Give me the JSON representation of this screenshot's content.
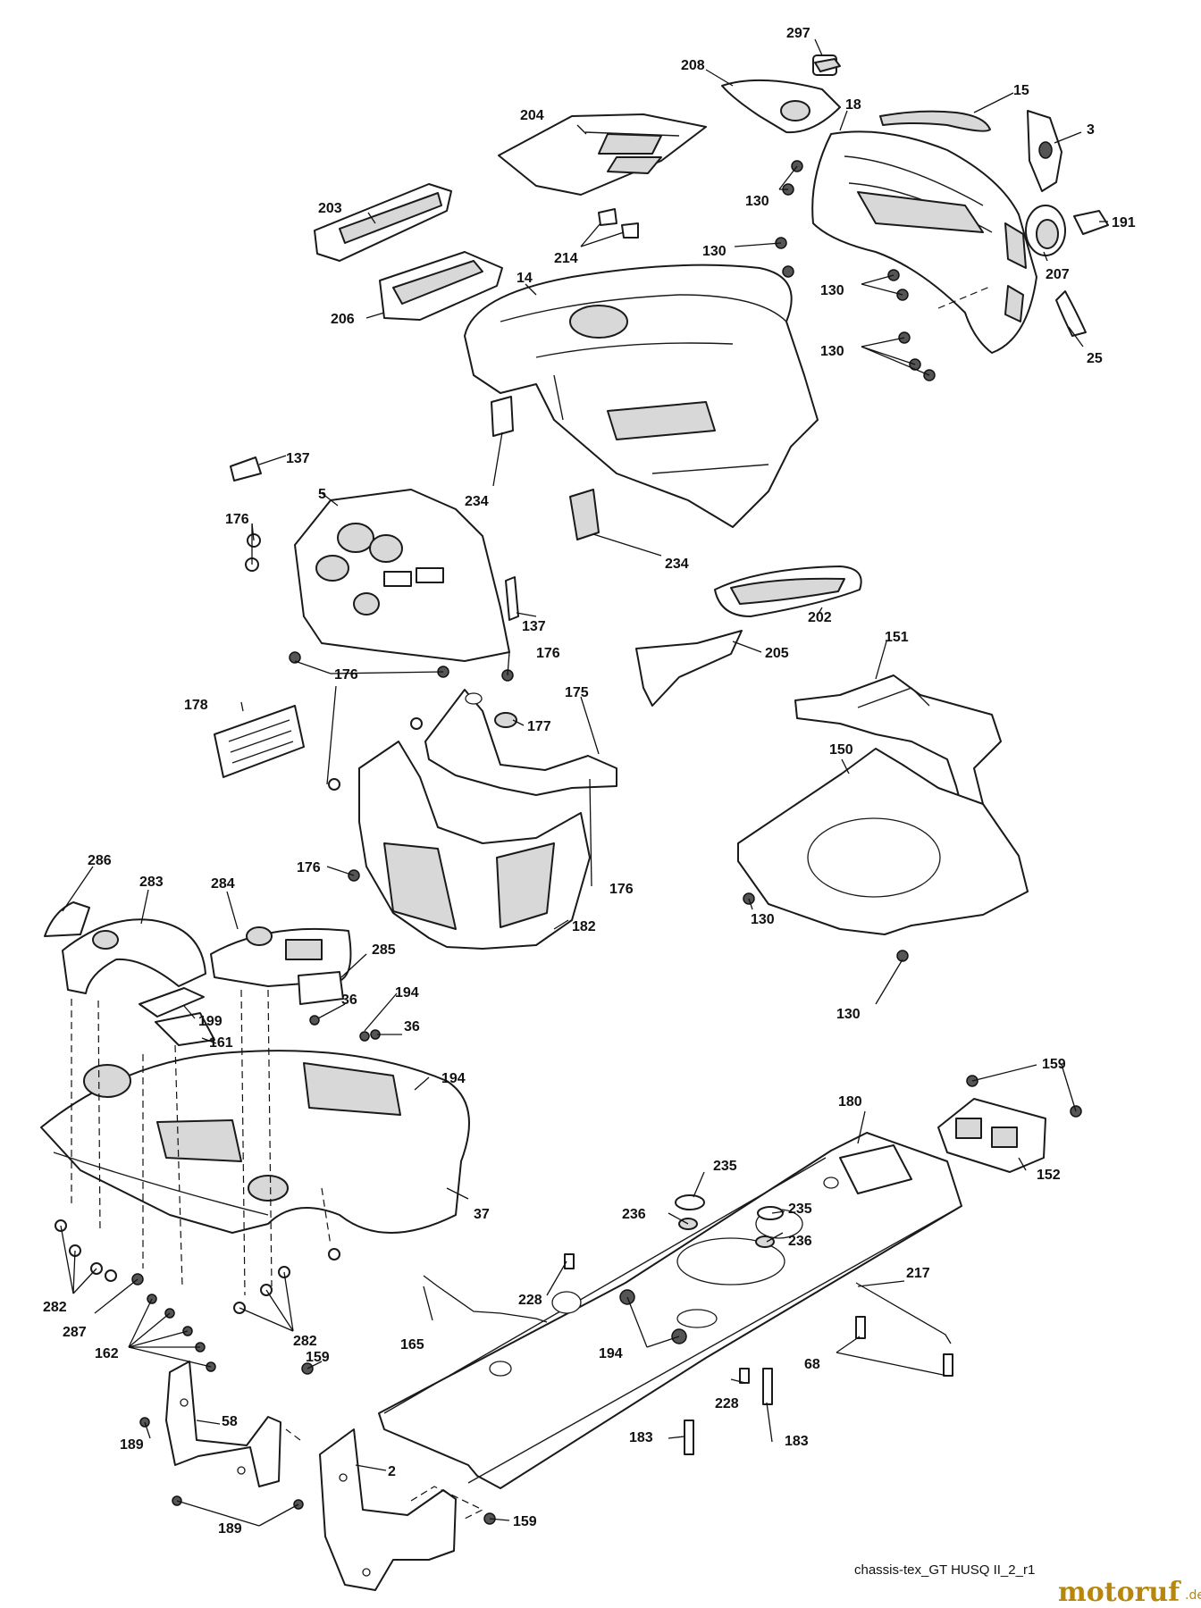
{
  "labels": {
    "p297": "297",
    "p208": "208",
    "p15": "15",
    "p18": "18",
    "p3": "3",
    "p204": "204",
    "p130a": "130",
    "p191": "191",
    "p203": "203",
    "p130b": "130",
    "p214": "214",
    "p207": "207",
    "p130c": "130",
    "p206": "206",
    "p14": "14",
    "p25": "25",
    "p130d": "130",
    "p137a": "137",
    "p234a": "234",
    "p5": "5",
    "p176a": "176",
    "p234b": "234",
    "p202": "202",
    "p137b": "137",
    "p205": "205",
    "p176b": "176",
    "p151": "151",
    "p176c": "176",
    "p178": "178",
    "p175": "175",
    "p177": "177",
    "p150": "150",
    "p176d": "176",
    "p176e": "176",
    "p130e": "130",
    "p286": "286",
    "p283": "283",
    "p284": "284",
    "p182": "182",
    "p285": "285",
    "p130f": "130",
    "p194a": "194",
    "p36a": "36",
    "p199": "199",
    "p36b": "36",
    "p161": "161",
    "p194b": "194",
    "p159a": "159",
    "p180": "180",
    "p235a": "235",
    "p152": "152",
    "p37": "37",
    "p236a": "236",
    "p235b": "235",
    "p236b": "236",
    "p217": "217",
    "p228a": "228",
    "p282a": "282",
    "p287": "287",
    "p282b": "282",
    "p165": "165",
    "p194c": "194",
    "p68": "68",
    "p162": "162",
    "p159b": "159",
    "p228b": "228",
    "p183a": "183",
    "p58": "58",
    "p2": "2",
    "p189a": "189",
    "p183b": "183",
    "p159c": "159",
    "p189b": "189"
  },
  "caption": "chassis-tex_GT HUSQ II_2_r1",
  "watermark": {
    "brand": "motoruf",
    "suffix": ".de",
    "color": "#b8860b"
  }
}
